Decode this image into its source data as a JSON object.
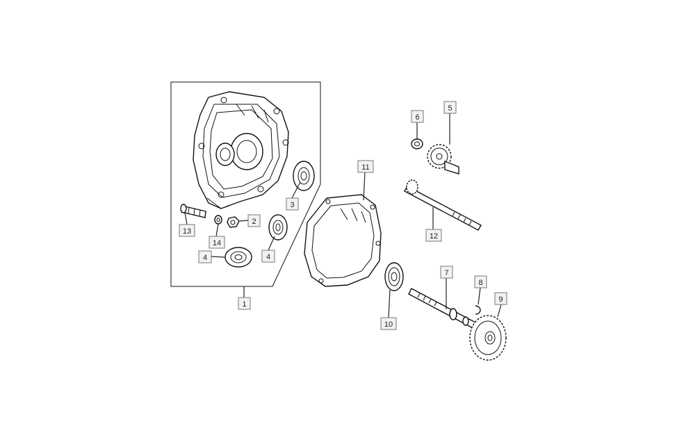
{
  "labels": [
    {
      "id": "1",
      "text": "1"
    },
    {
      "id": "2",
      "text": "2"
    },
    {
      "id": "3",
      "text": "3"
    },
    {
      "id": "4a",
      "text": "4"
    },
    {
      "id": "4b",
      "text": "4"
    },
    {
      "id": "5",
      "text": "5"
    },
    {
      "id": "6",
      "text": "6"
    },
    {
      "id": "7",
      "text": "7"
    },
    {
      "id": "8",
      "text": "8"
    },
    {
      "id": "9",
      "text": "9"
    },
    {
      "id": "10",
      "text": "10"
    },
    {
      "id": "11",
      "text": "11"
    },
    {
      "id": "12",
      "text": "12"
    },
    {
      "id": "13",
      "text": "13"
    },
    {
      "id": "14",
      "text": "14"
    }
  ]
}
